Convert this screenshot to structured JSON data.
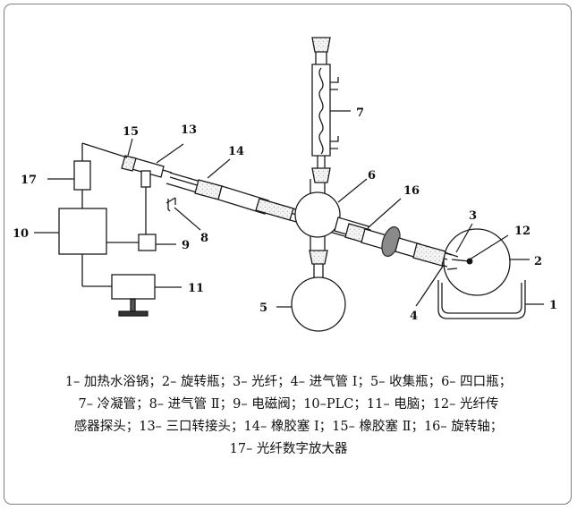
{
  "labels": {
    "n1": "1",
    "n2": "2",
    "n3": "3",
    "n4": "4",
    "n5": "5",
    "n6": "6",
    "n7": "7",
    "n8": "8",
    "n9": "9",
    "n10": "10",
    "n11": "11",
    "n12": "12",
    "n13": "13",
    "n14": "14",
    "n15": "15",
    "n16": "16",
    "n17": "17"
  },
  "caption": {
    "line1": "1– 加热水浴锅；2– 旋转瓶；3– 光纤；4– 进气管 Ⅰ；5– 收集瓶；6– 四口瓶；",
    "line2": "7– 冷凝管；8– 进气管 Ⅱ；9– 电磁阀；10–PLC；11– 电脑；12– 光纤传",
    "line3": "感器探头；13– 三口转接头；14– 橡胶塞 Ⅰ；15– 橡胶塞 Ⅱ；16– 旋转轴；",
    "line4": "17– 光纤数字放大器"
  }
}
